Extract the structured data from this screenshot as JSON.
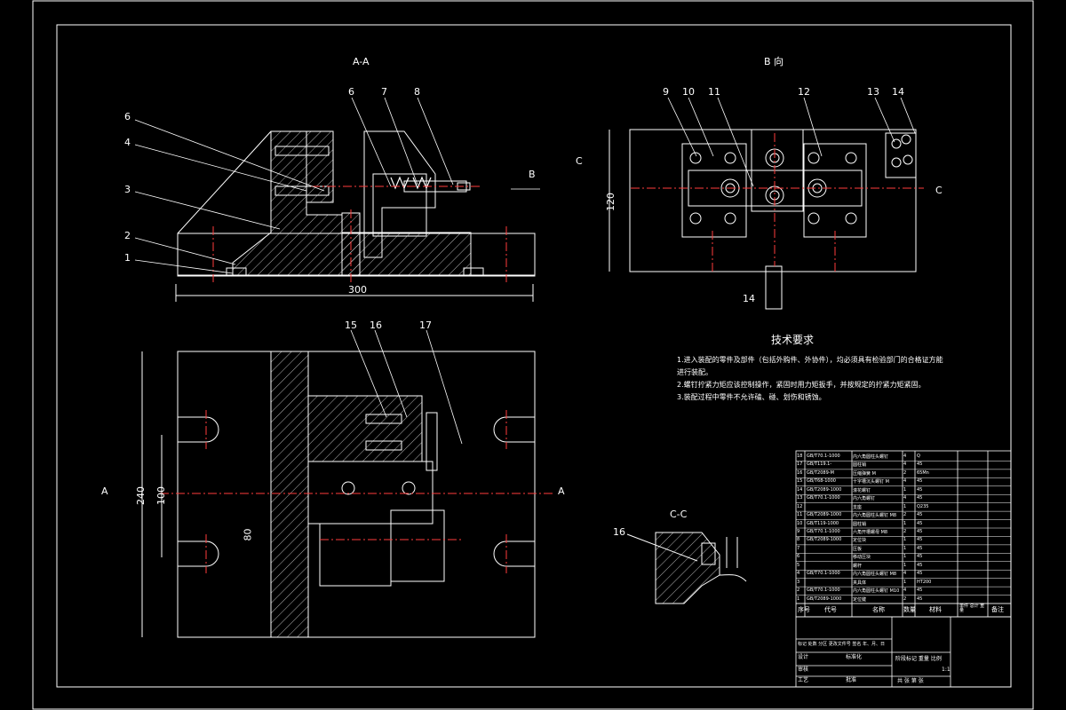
{
  "colors": {
    "line": "#ffffff",
    "accent": "#ff3b3b",
    "background": "#000000"
  },
  "views": {
    "section_aa": "A-A",
    "view_b": "B 向",
    "section_cc": "C-C"
  },
  "section_marks": {
    "a_left": "A",
    "a_right": "A",
    "c_left": "C",
    "c_right": "C",
    "b_arrow": "B"
  },
  "dimensions": {
    "d300": "300",
    "d120": "120",
    "d14": "14",
    "d240": "240",
    "d100": "100",
    "d_side": "80"
  },
  "part_numbers": {
    "aa_left": [
      "6",
      "4",
      "3",
      "2",
      "1"
    ],
    "aa_top": [
      "6",
      "7",
      "8"
    ],
    "b_top": [
      "9",
      "10",
      "11",
      "12",
      "13",
      "14"
    ],
    "plan_top": [
      "15",
      "16",
      "17"
    ],
    "cc": "16"
  },
  "technical_requirements": {
    "title": "技术要求",
    "lines": [
      "1.进入装配的零件及部件（包括外购件、外协件），均必须具有检验部门的合格证方能",
      "进行装配。",
      "2.螺钉拧紧力矩应该控制操作，紧固时用力矩扳手，并按规定的拧紧力矩紧固。",
      "3.装配过程中零件不允许磕、碰、划伤和锈蚀。"
    ]
  },
  "bom": {
    "rows": [
      [
        "18",
        "GB/T70.1-1000",
        "内六角圆柱头螺钉",
        "4",
        "Q",
        ""
      ],
      [
        "17",
        "GB/T119.1-",
        "圆柱销",
        "4",
        "45",
        ""
      ],
      [
        "16",
        "GB/T2089-M",
        "压缩弹簧 M",
        "2",
        "65Mn",
        ""
      ],
      [
        "15",
        "GB/T68-1000",
        "十字槽沉头螺钉 M",
        "4",
        "45",
        ""
      ],
      [
        "14",
        "GB/T2089-1000",
        "滚花螺钉",
        "1",
        "45",
        ""
      ],
      [
        "13",
        "GB/T70.1-1000",
        "内六角螺钉",
        "4",
        "45",
        ""
      ],
      [
        "12",
        "",
        "支座",
        "1",
        "Q235",
        ""
      ],
      [
        "11",
        "GB/T2089-1000",
        "内六角圆柱头螺钉 M8",
        "2",
        "45",
        ""
      ],
      [
        "10",
        "GB/T119-1000",
        "圆柱销",
        "1",
        "45",
        ""
      ],
      [
        "9",
        "GB/T70.1-1000",
        "六角开槽螺母 M8",
        "2",
        "45",
        ""
      ],
      [
        "8",
        "GB/T2089-1000",
        "定位块",
        "1",
        "45",
        ""
      ],
      [
        "7",
        "",
        "压板",
        "1",
        "45",
        ""
      ],
      [
        "6",
        "",
        "移动压块",
        "1",
        "45",
        ""
      ],
      [
        "5",
        "",
        "螺杆",
        "1",
        "45",
        ""
      ],
      [
        "4",
        "GB/T70.1-1000",
        "内六角圆柱头螺钉 M8",
        "4",
        "45",
        ""
      ],
      [
        "3",
        "",
        "夹具体",
        "1",
        "HT200",
        ""
      ],
      [
        "2",
        "GB/T70.1-1000",
        "内六角圆柱头螺钉 M10",
        "4",
        "45",
        ""
      ],
      [
        "1",
        "GB/T2089-1000",
        "定位键",
        "2",
        "45",
        ""
      ]
    ],
    "header": {
      "no": "序号",
      "code": "代号",
      "name": "名称",
      "qty": "数量",
      "material": "材料",
      "weight": "单件 总计 重量",
      "remark": "备注"
    }
  },
  "title_block": {
    "row1": "标记 处数 分区 更改文件号 签名 年、月、日",
    "design": "设计",
    "std": "标准化",
    "stage": "阶段标记  重量  比例",
    "review": "审核",
    "process": "工艺",
    "approve": "批准",
    "sheet": "共   张  第   张",
    "scale": "1:1"
  }
}
